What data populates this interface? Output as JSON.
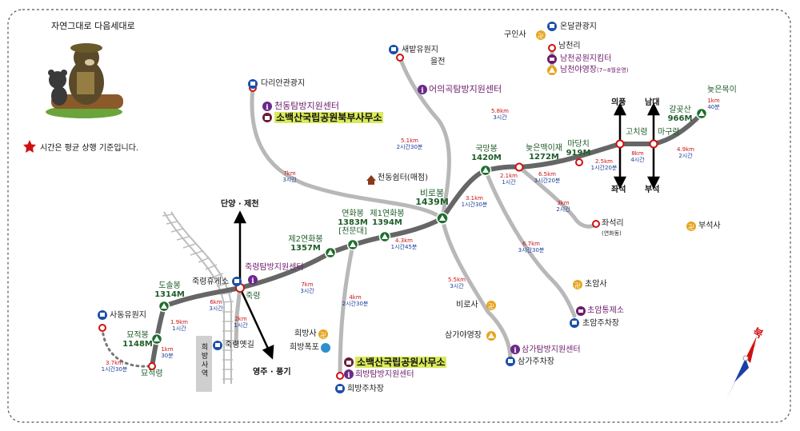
{
  "header": {
    "title": "자연그대로 다음세대로"
  },
  "note": {
    "text": "시간은 평균 상행 기준입니다."
  },
  "directions": {
    "danyang": "단양 · 제천",
    "yeongju": "영주 · 풍기",
    "uipung": "의풍",
    "jwaseok": "좌석",
    "namdae": "남대",
    "buseok": "부석",
    "north": "북"
  },
  "side_label": "희방사역",
  "peaks": [
    {
      "name": "도솔봉",
      "elev": "1314M"
    },
    {
      "name": "묘적봉",
      "elev": "1148M"
    },
    {
      "name": "제2연화봉",
      "elev": "1357M"
    },
    {
      "name": "연화봉",
      "elev": "1383M",
      "extra": "[천문대]"
    },
    {
      "name": "제1연화봉",
      "elev": "1394M"
    },
    {
      "name": "비로봉",
      "elev": "1439M"
    },
    {
      "name": "국망봉",
      "elev": "1420M"
    },
    {
      "name": "늦은맥이재",
      "elev": "1272M"
    },
    {
      "name": "마당치",
      "elev": "919M"
    },
    {
      "name": "갈곶산",
      "elev": "966M"
    }
  ],
  "places": {
    "sadong": "사동유원지",
    "myojeokryeong": "묘적령",
    "jukryeong_rest": "죽령휴게소",
    "jukryeong": "죽령",
    "jukryeong_old": "죽령옛길",
    "jukryeong_center": "죽령탐방지원센터",
    "dariangwan": "다리안관광지",
    "cheondong_center": "천동탐방지원센터",
    "north_office": "소백산국립공원북부사무소",
    "cheondong_shelter": "천동쉼터(매점)",
    "saebat": "새밭유원지",
    "eoeuigok": "어의곡탐방지원센터",
    "eulchon": "을전",
    "gusinsa": "구인사",
    "ondal": "온달관광지",
    "namcheonri": "남천리",
    "namcheon_post": "남천공원지킴터",
    "namcheon_camp": "남천야영장",
    "namcheon_camp_note": "(7~8월운영)",
    "neujeunmoki": "늦은목이",
    "gochiryeong": "고치령",
    "maguryeong": "마구령",
    "jwaseokri": "좌석리",
    "jwaseokri_note": "(연화동)",
    "buseoksa": "부석사",
    "choamsa": "초암사",
    "choam_post": "초암통제소",
    "choam_parking": "초암주차장",
    "birosa": "비로사",
    "samga_camp": "삼가야영장",
    "samga_center": "삼가탐방지원센터",
    "samga_parking": "삼가주차장",
    "huibangsa": "희방사",
    "huibang_falls": "희방폭포",
    "south_office": "소백산국립공원사무소",
    "huibang_center": "희방탐방지원센터",
    "huibang_parking": "희방주차장"
  },
  "distances": [
    {
      "km": "3.7km",
      "time": "1시간30분"
    },
    {
      "km": "1km",
      "time": "30분"
    },
    {
      "km": "1.9km",
      "time": "1시간"
    },
    {
      "km": "6km",
      "time": "3시간"
    },
    {
      "km": "2km",
      "time": "1시간"
    },
    {
      "km": "7km",
      "time": "3시간"
    },
    {
      "km": "4km",
      "time": "2시간30분"
    },
    {
      "km": "4.3km",
      "time": "1시간45분"
    },
    {
      "km": "7km",
      "time": "3시간"
    },
    {
      "km": "5.1km",
      "time": "2시간30분"
    },
    {
      "km": "3.1km",
      "time": "1시간30분"
    },
    {
      "km": "5.5km",
      "time": "3시간"
    },
    {
      "km": "2.1km",
      "time": "1시간"
    },
    {
      "km": "5.8km",
      "time": "3시간"
    },
    {
      "km": "6.5km",
      "time": "3시간20분"
    },
    {
      "km": "6.7km",
      "time": "3시간30분"
    },
    {
      "km": "3km",
      "time": "2시간"
    },
    {
      "km": "2.5km",
      "time": "1시간20분"
    },
    {
      "km": "8km",
      "time": "4시간"
    },
    {
      "km": "4.9km",
      "time": "2시간"
    },
    {
      "km": "1km",
      "time": "40분"
    }
  ],
  "colors": {
    "main_ridge": "#666666",
    "branch": "#b8b8b8",
    "peak_text": "#1f5d2a",
    "km": "#cc1111",
    "time": "#1a3c99",
    "office": "#6a1b6a",
    "highlight": "#d9ea5a"
  }
}
